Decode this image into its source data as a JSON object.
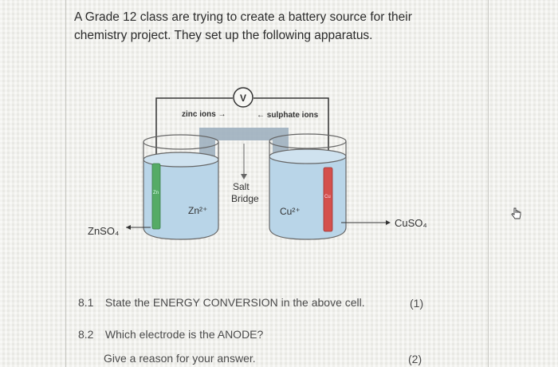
{
  "intro": {
    "text": "A Grade 12 class are trying to create a battery source for their chemistry project. They set up the following apparatus."
  },
  "diagram": {
    "voltmeter_label": "V",
    "zinc_ions_label": "zinc ions →",
    "sulphate_ions_label": "← sulphate ions",
    "salt_bridge_label_line1": "Salt",
    "salt_bridge_label_line2": "Bridge",
    "left_ion_label": "Zn²⁺",
    "right_ion_label": "Cu²⁺",
    "left_electrode_label": "Zn",
    "right_electrode_label": "Cu",
    "left_solution_label": "ZnSO₄",
    "right_solution_label": "CuSO₄",
    "colors": {
      "solution": "#b7d3e6",
      "zinc_electrode": "#5bb06a",
      "copper_electrode": "#d9534f",
      "salt_bridge": "#a9b4bf",
      "wire": "#333333"
    }
  },
  "questions": [
    {
      "number": "8.1",
      "text": "State the ENERGY CONVERSION in the above cell.",
      "marks": "(1)"
    },
    {
      "number": "8.2",
      "text": "Which electrode is the ANODE?",
      "subtext": "Give a reason for your answer.",
      "marks": "(2)"
    }
  ],
  "icons": {
    "cursor": "pointer-hand-icon"
  }
}
